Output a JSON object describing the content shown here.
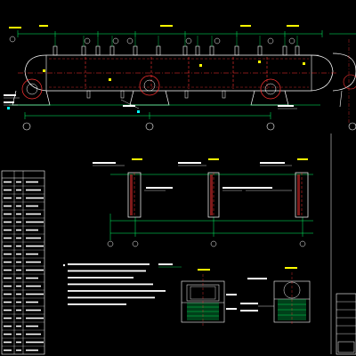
{
  "drawing": {
    "background": "#000000",
    "colors": {
      "outline": "#ffffff",
      "dimension": "#00ff66",
      "annotation": "#ffffff",
      "centerline": "#ff3333",
      "alt_annotation": "#ffff00",
      "frame": "#ffffff",
      "highlight": "#00ffff",
      "magenta": "#ff33ff"
    },
    "views": {
      "tank_elevation": {
        "label": ""
      },
      "end_view": {
        "label": ""
      },
      "saddle_details": [
        {
          "label": ""
        },
        {
          "label": ""
        },
        {
          "label": ""
        }
      ],
      "section_details": [
        {
          "label": ""
        },
        {
          "label": ""
        }
      ]
    },
    "nozzle_table": {
      "title": "",
      "rows": 22
    },
    "notes_block": {
      "lines": 7
    },
    "title_block": {
      "rows": 6
    }
  }
}
